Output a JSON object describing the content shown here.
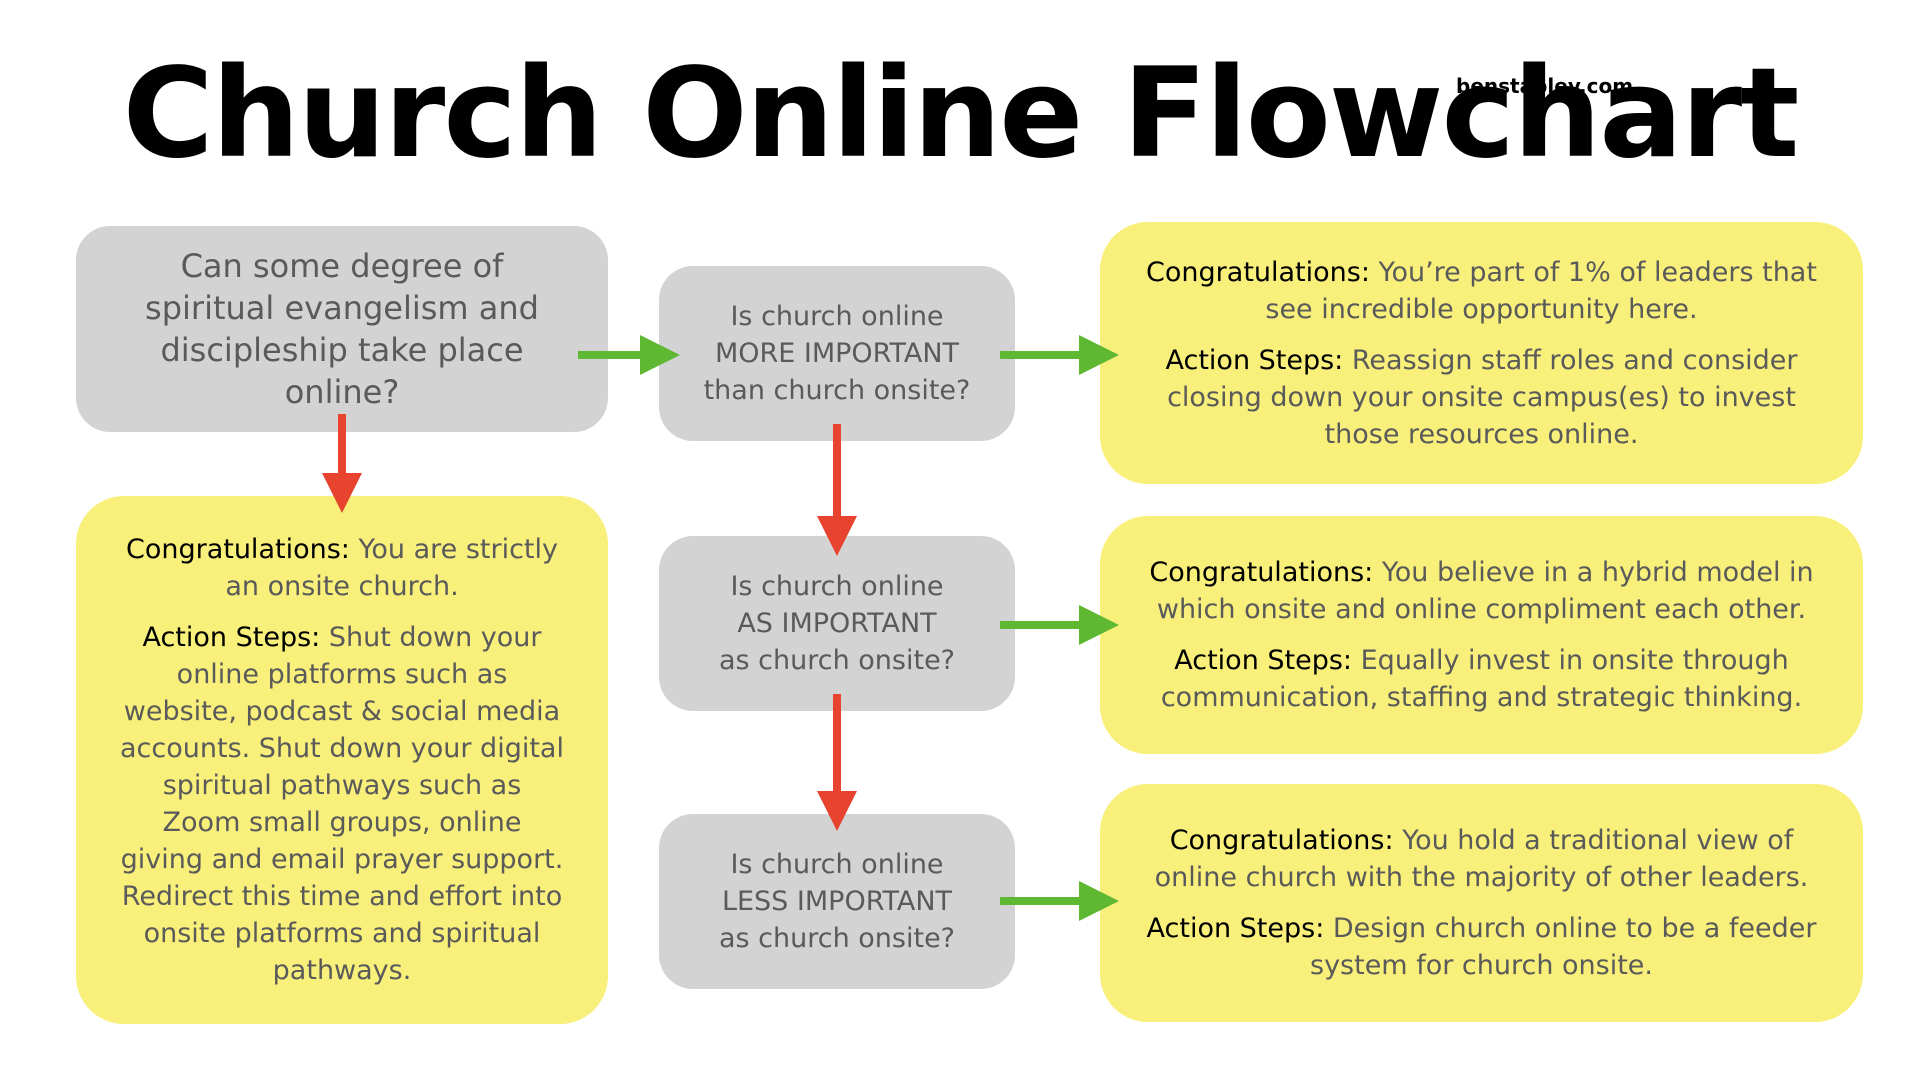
{
  "title": "Church Online Flowchart",
  "credit": "benstapley.com",
  "colors": {
    "gray_box": "#d3d3d3",
    "yellow_box": "#f8f07a",
    "green_arrow": "#5fb832",
    "red_arrow": "#e8432e",
    "text": "#5a5a5a"
  },
  "start": {
    "question": "Can some degree of spiritual evangelism and discipleship take place online?"
  },
  "no_result": {
    "congrats_label": "Congratulations:",
    "congrats_text": "You are strictly an onsite church.",
    "action_label": "Action Steps:",
    "action_text": "Shut down your online platforms such as website, podcast & social media accounts. Shut down your digital spiritual pathways such as Zoom small groups, online giving and email prayer support. Redirect this time and effort into onsite platforms and spiritual pathways."
  },
  "questions": [
    {
      "line1": "Is church online",
      "line2": "MORE IMPORTANT",
      "line3": "than church onsite?"
    },
    {
      "line1": "Is church online",
      "line2": "AS IMPORTANT",
      "line3": "as church onsite?"
    },
    {
      "line1": "Is church online",
      "line2": "LESS IMPORTANT",
      "line3": "as church onsite?"
    }
  ],
  "results": [
    {
      "congrats_label": "Congratulations:",
      "congrats_text": "You’re part of 1% of leaders that see incredible opportunity here.",
      "action_label": "Action Steps:",
      "action_text": "Reassign staff roles and consider closing down your onsite campus(es) to invest those resources online."
    },
    {
      "congrats_label": "Congratulations:",
      "congrats_text": "You believe in a hybrid model in which onsite and online compliment each other.",
      "action_label": "Action Steps:",
      "action_text": "Equally invest in onsite through communication, staffing and strategic thinking."
    },
    {
      "congrats_label": "Congratulations:",
      "congrats_text": "You hold a traditional view of online church with the majority of other leaders.",
      "action_label": "Action Steps:",
      "action_text": "Design church online to be a feeder system for church onsite."
    }
  ]
}
